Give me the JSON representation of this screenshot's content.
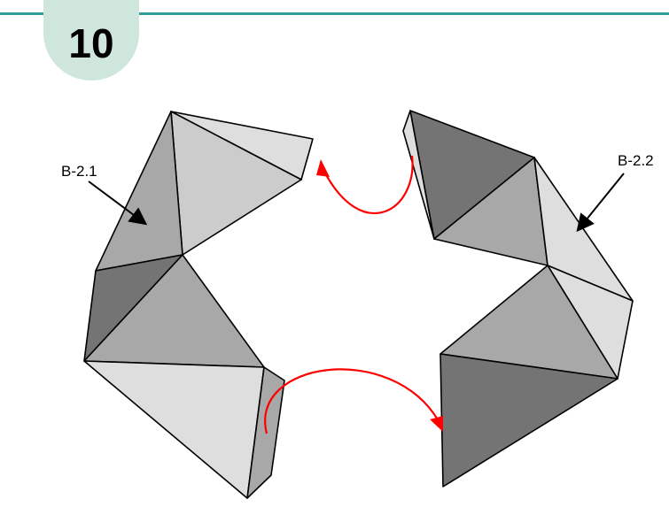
{
  "step": {
    "number": "10"
  },
  "labels": {
    "left_module": "B-2.1",
    "right_module": "B-2.2"
  },
  "colors": {
    "accent_rule": "#2f9c96",
    "badge_fill": "#cfe6dd",
    "arrow": "#ff0000",
    "face_light": "#dedede",
    "face_mid_light": "#cccccc",
    "face_mid": "#a8a8a8",
    "face_dark": "#747474"
  }
}
